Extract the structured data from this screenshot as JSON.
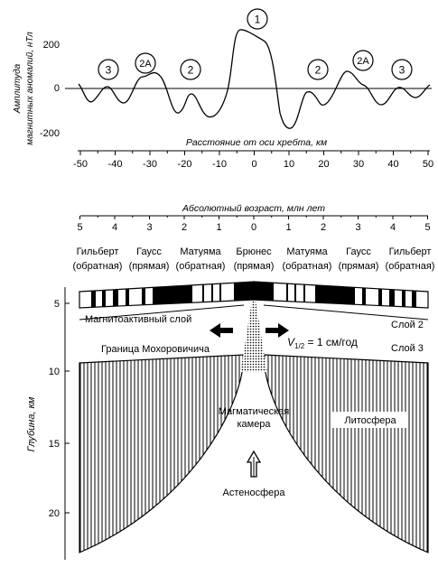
{
  "anomaly_chart": {
    "ylabel_line1": "Амплитуда",
    "ylabel_line2": "магнитных аномалий, нТл",
    "y_ticks": [
      "200",
      "0",
      "-200"
    ],
    "xlabel": "Расстояние от оси хребта, км",
    "x_ticks": [
      "-50",
      "-40",
      "-30",
      "-20",
      "-10",
      "0",
      "10",
      "20",
      "30",
      "40",
      "50"
    ],
    "anomaly_labels": [
      "1",
      "2",
      "2",
      "2А",
      "2А",
      "3",
      "3"
    ]
  },
  "age_axis": {
    "title": "Абсолютный возраст, млн лет",
    "ticks_left": [
      "5",
      "4",
      "3",
      "2",
      "1",
      "0"
    ],
    "ticks_right": [
      "1",
      "2",
      "3",
      "4",
      "5"
    ]
  },
  "epochs": [
    {
      "line1": "Гильберт",
      "line2": "(обратная)"
    },
    {
      "line1": "Гаусс",
      "line2": "(прямая)"
    },
    {
      "line1": "Матуяма",
      "line2": "(обратная)"
    },
    {
      "line1": "Брюнес",
      "line2": "(прямая)"
    },
    {
      "line1": "Матуяма",
      "line2": "(обратная)"
    },
    {
      "line1": "Гаусс",
      "line2": "(прямая)"
    },
    {
      "line1": "Гильберт",
      "line2": "(обратная)"
    }
  ],
  "section": {
    "ylabel": "Глубина, км",
    "depth_ticks": [
      "5",
      "10",
      "15",
      "20"
    ],
    "magnetic_layer": "Магнитоактивный слой",
    "layer2": "Слой 2",
    "layer3": "Слой 3",
    "moho": "Граница Мохоровичича",
    "velocity_v": "V",
    "velocity_sub": "1/2",
    "velocity_rest": " = 1 см/год",
    "magma_line1": "Магматическая",
    "magma_line2": "камера",
    "lithosphere": "Литосфера",
    "asthenosphere": "Астеносфера"
  }
}
